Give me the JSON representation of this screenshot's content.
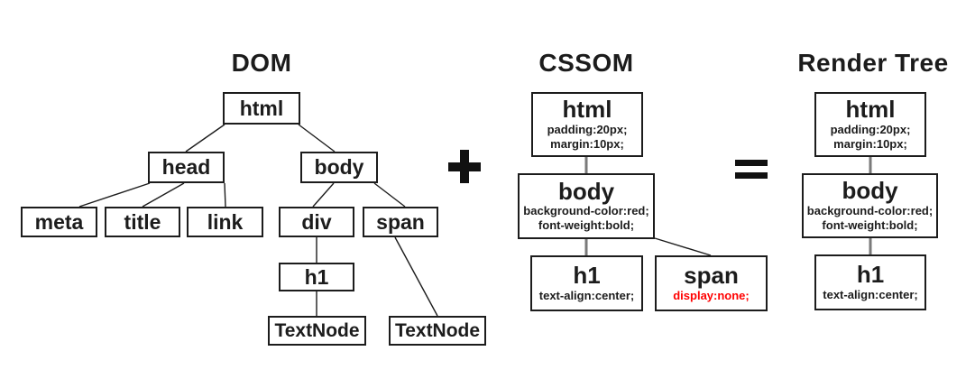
{
  "titles": {
    "dom": "DOM",
    "cssom": "CSSOM",
    "render": "Render Tree"
  },
  "operators": {
    "plus": "+",
    "equals": "="
  },
  "dom": {
    "html": "html",
    "head": "head",
    "body": "body",
    "meta": "meta",
    "title": "title",
    "link": "link",
    "div": "div",
    "span": "span",
    "h1": "h1",
    "textnode_h1": "TextNode",
    "textnode_span": "TextNode"
  },
  "cssom": {
    "html": {
      "label": "html",
      "rule1": "padding:20px;",
      "rule2": "margin:10px;"
    },
    "body": {
      "label": "body",
      "rule1": "background-color:red;",
      "rule2": "font-weight:bold;"
    },
    "h1": {
      "label": "h1",
      "rule1": "text-align:center;"
    },
    "span": {
      "label": "span",
      "rule1": "display:none;"
    }
  },
  "render": {
    "html": {
      "label": "html",
      "rule1": "padding:20px;",
      "rule2": "margin:10px;"
    },
    "body": {
      "label": "body",
      "rule1": "background-color:red;",
      "rule2": "font-weight:bold;"
    },
    "h1": {
      "label": "h1",
      "rule1": "text-align:center;"
    }
  },
  "colors": {
    "rule_highlight": "#ff0000",
    "connector_gray": "#7a7a7a",
    "line_black": "#1c1c1c"
  }
}
